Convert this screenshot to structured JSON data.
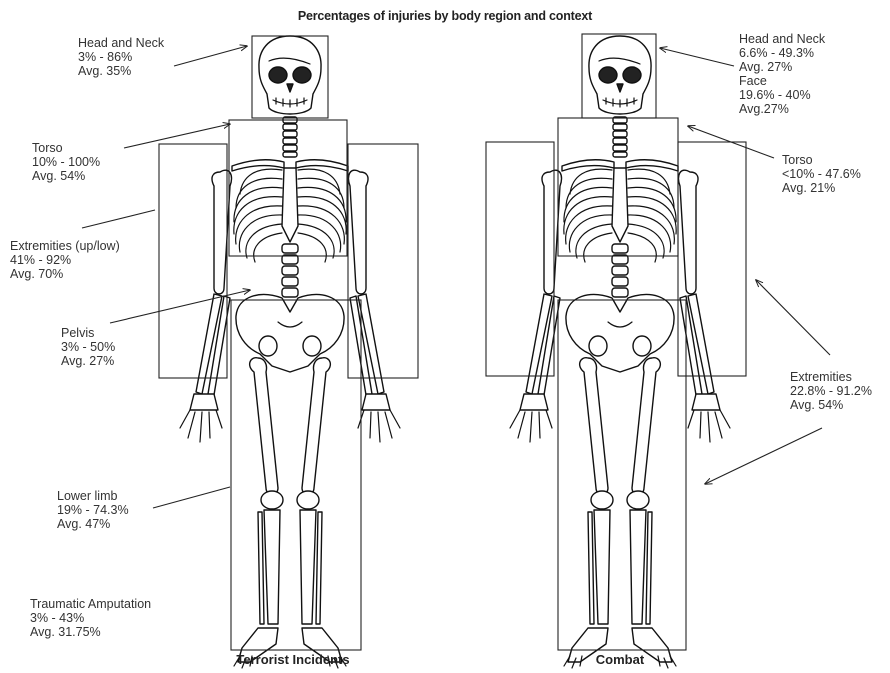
{
  "title": "Percentages of injuries by body region and context",
  "captions": {
    "left": "Terrorist Incidents",
    "right": "Combat"
  },
  "terrorist": {
    "head_neck": {
      "name": "Head and Neck",
      "range": "3% - 86%",
      "avg": "Avg. 35%"
    },
    "torso": {
      "name": "Torso",
      "range": "10% - 100%",
      "avg": "Avg. 54%"
    },
    "extremities": {
      "name": "Extremities (up/low)",
      "range": "41% - 92%",
      "avg": "Avg. 70%"
    },
    "pelvis": {
      "name": "Pelvis",
      "range": "3% - 50%",
      "avg": "Avg. 27%"
    },
    "lower_limb": {
      "name": "Lower limb",
      "range": "19% - 74.3%",
      "avg": "Avg. 47%"
    },
    "amputation": {
      "name": "Traumatic Amputation",
      "range": "3% - 43%",
      "avg": "Avg. 31.75%"
    }
  },
  "combat": {
    "head_neck": {
      "name": "Head and Neck",
      "range": "6.6% - 49.3%",
      "avg": "Avg. 27%"
    },
    "face": {
      "name": "Face",
      "range": "19.6% - 40%",
      "avg": "Avg.27%"
    },
    "torso": {
      "name": "Torso",
      "range": "<10% - 47.6%",
      "avg": "Avg. 21%"
    },
    "extremities": {
      "name": "Extremities",
      "range": "22.8% - 91.2%",
      "avg": "Avg. 54%"
    }
  }
}
